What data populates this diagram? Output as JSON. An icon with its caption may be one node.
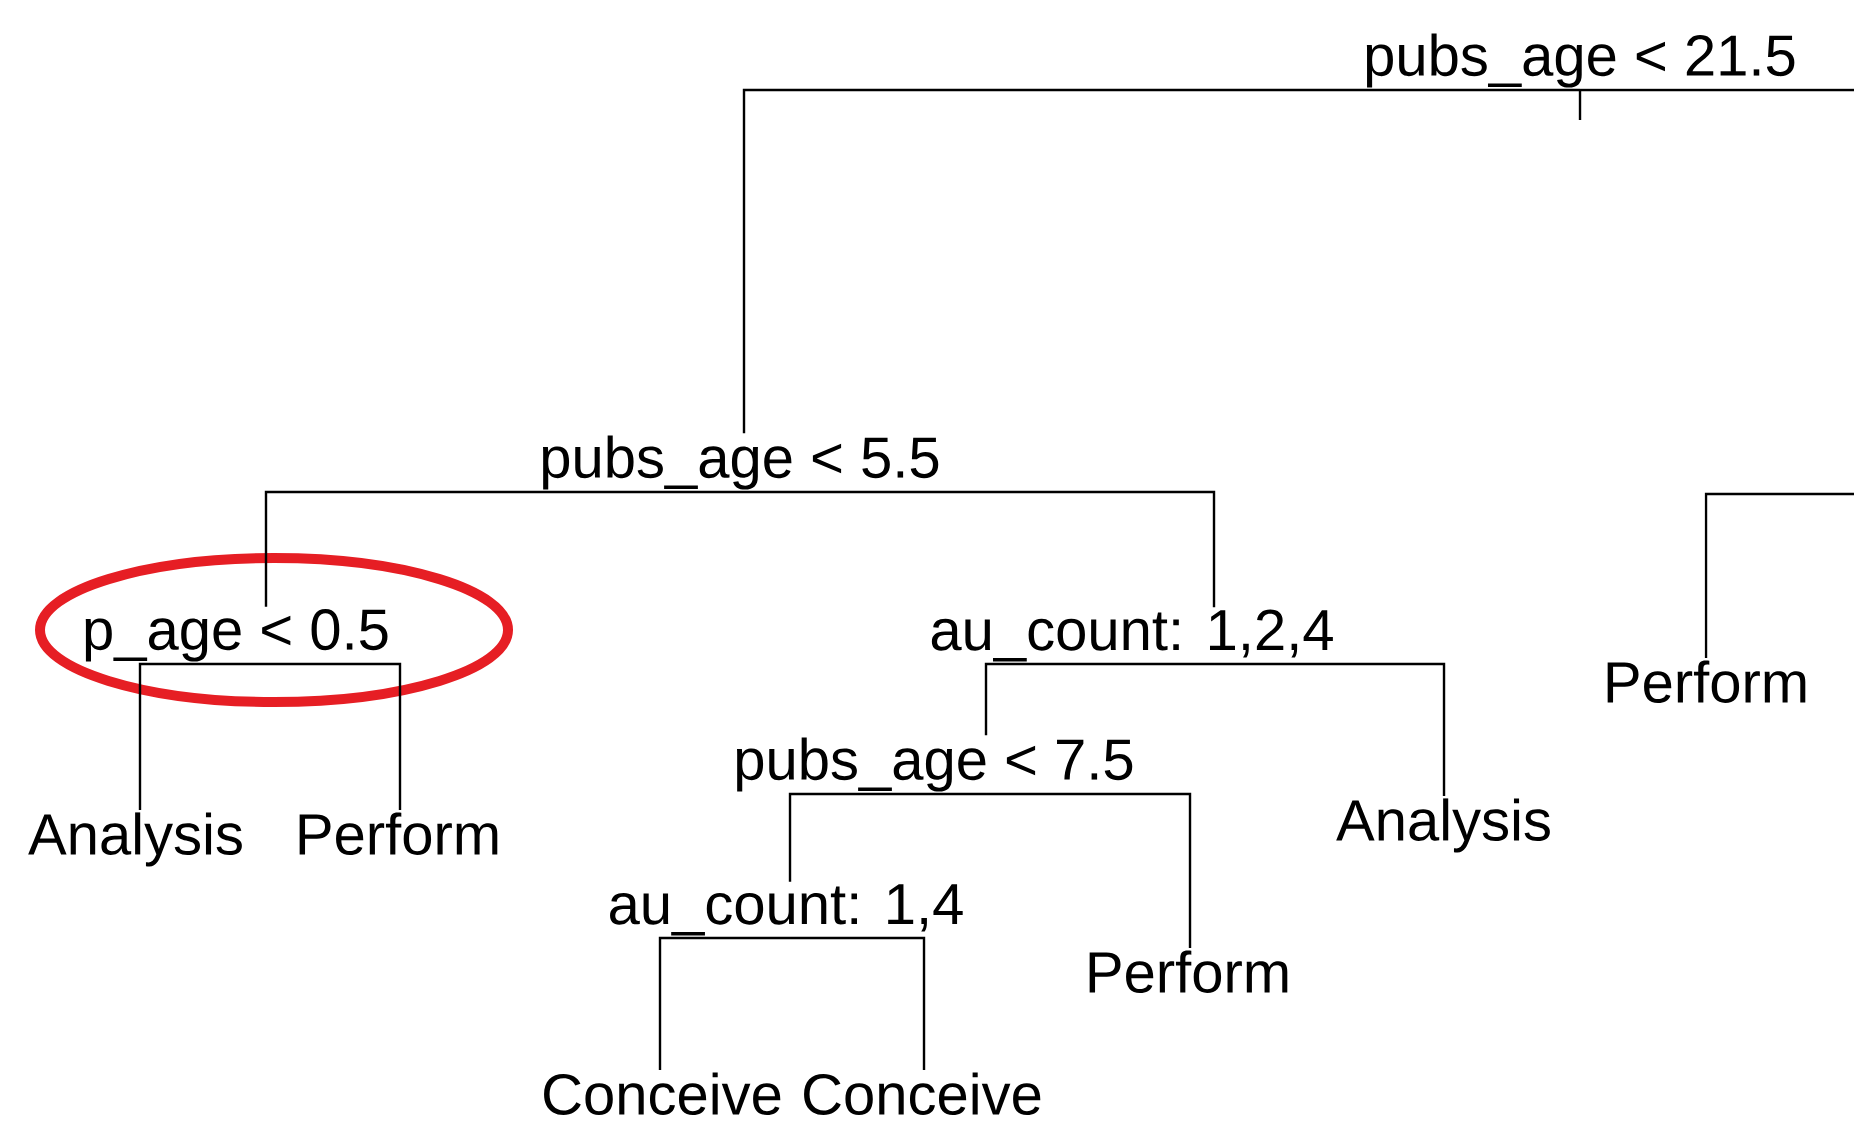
{
  "diagram": {
    "nodes": [
      {
        "text": [
          "pubs_age < 21.5"
        ]
      },
      {
        "text": [
          "pubs_age < 5.5"
        ]
      },
      {
        "text": [
          "p_age < 0.5"
        ]
      },
      {
        "text": [
          "Analysis"
        ]
      },
      {
        "text": [
          "Perform"
        ]
      },
      {
        "text": [
          "au_count: 1,2,4"
        ]
      },
      {
        "text": [
          "pubs_age < 7.5"
        ]
      },
      {
        "text": [
          "Analysis"
        ]
      },
      {
        "text": [
          "au_count: 1,4"
        ]
      },
      {
        "text": [
          "Perform"
        ]
      },
      {
        "text": [
          "Conceive"
        ]
      },
      {
        "text": [
          "Conceive"
        ]
      },
      {
        "text": [
          "Perform"
        ]
      }
    ],
    "edges": [
      {
        "from": 0,
        "to": 1,
        "arrow": "none"
      },
      {
        "from": 0,
        "to": null,
        "arrow": "none"
      },
      {
        "from": 1,
        "to": 2,
        "arrow": "none"
      },
      {
        "from": 1,
        "to": 5,
        "arrow": "none"
      },
      {
        "from": 2,
        "to": 3,
        "arrow": "none"
      },
      {
        "from": 2,
        "to": 4,
        "arrow": "none"
      },
      {
        "from": 5,
        "to": 6,
        "arrow": "none"
      },
      {
        "from": 5,
        "to": 7,
        "arrow": "none"
      },
      {
        "from": 6,
        "to": 8,
        "arrow": "none"
      },
      {
        "from": 6,
        "to": 9,
        "arrow": "none"
      },
      {
        "from": 8,
        "to": 10,
        "arrow": "none"
      },
      {
        "from": 8,
        "to": 11,
        "arrow": "none"
      },
      {
        "from": null,
        "to": 12,
        "arrow": "none"
      }
    ]
  }
}
